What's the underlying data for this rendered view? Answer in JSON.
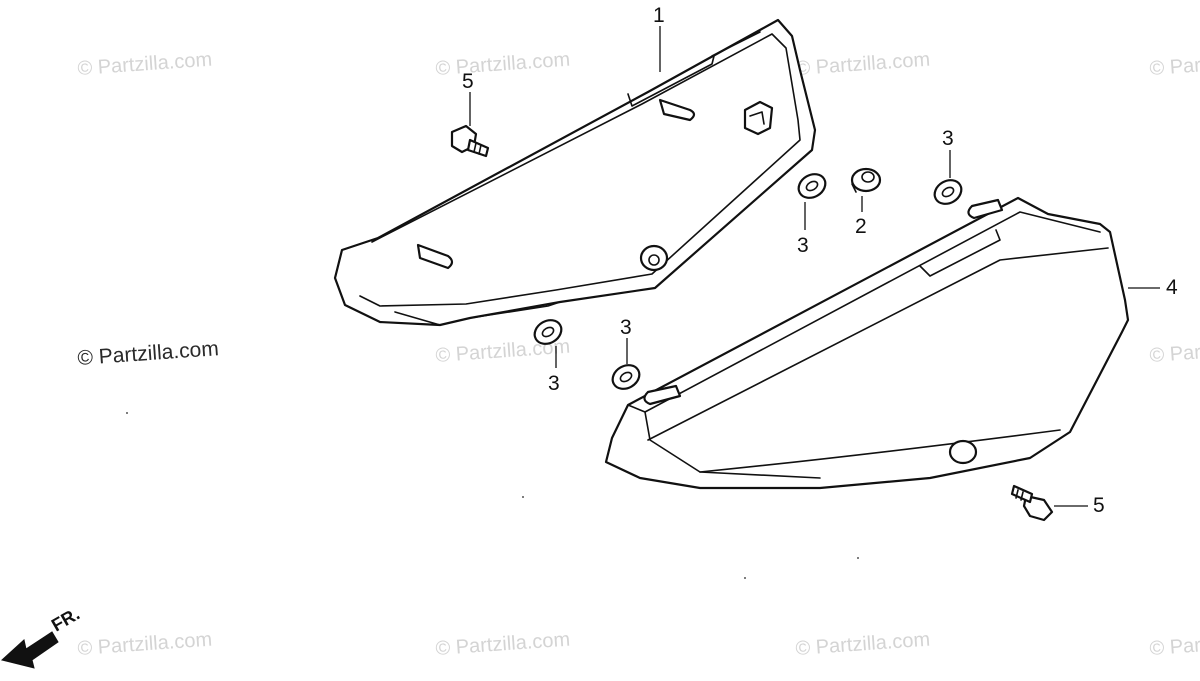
{
  "watermark": {
    "text": "© Partzilla.com",
    "main_text": "© Partzilla.com"
  },
  "callouts": {
    "part_1": "1",
    "part_2": "2",
    "part_3a": "3",
    "part_3b": "3",
    "part_3c": "3",
    "part_3d": "3",
    "part_4": "4",
    "part_5a": "5",
    "part_5b": "5"
  },
  "direction": {
    "label": "FR."
  },
  "colors": {
    "line": "#111111",
    "watermark": "#d4d4d4",
    "background": "#ffffff"
  }
}
